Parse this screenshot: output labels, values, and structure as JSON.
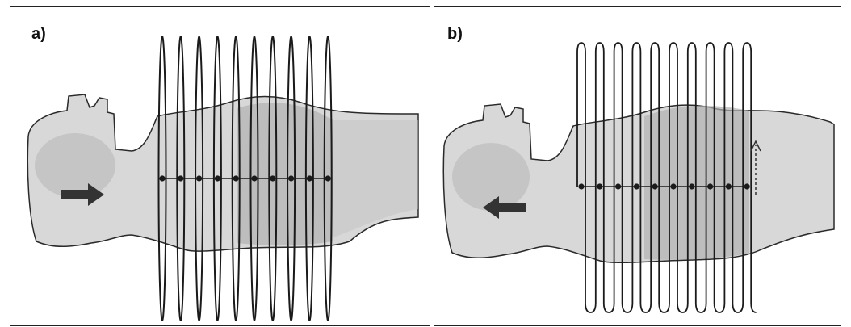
{
  "panels": [
    {
      "label": "a)",
      "direction": "right",
      "coils": 10
    },
    {
      "label": "b)",
      "direction": "left",
      "coils": 10
    }
  ],
  "colors": {
    "body_light": "#d8d8d8",
    "body_dark": "#b2b2b2",
    "outline": "#2a2a2a",
    "arrow": "#333333"
  }
}
